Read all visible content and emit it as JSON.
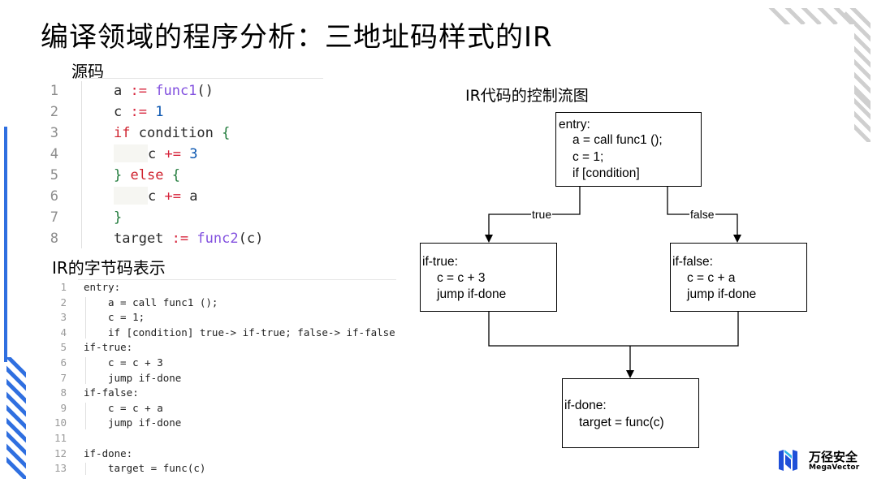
{
  "title": "编译领域的程序分析：三地址码样式的IR",
  "labels": {
    "source": "源码",
    "ir": "IR的字节码表示",
    "cfg": "IR代码的控制流图"
  },
  "source_code": [
    {
      "num": "1",
      "indent": 1,
      "tokens": [
        {
          "t": "a",
          "c": "id"
        },
        {
          "t": " ",
          "c": "p"
        },
        {
          "t": ":=",
          "c": "op"
        },
        {
          "t": " ",
          "c": "p"
        },
        {
          "t": "func1",
          "c": "fn"
        },
        {
          "t": "()",
          "c": "p"
        }
      ]
    },
    {
      "num": "2",
      "indent": 1,
      "tokens": [
        {
          "t": "c",
          "c": "id"
        },
        {
          "t": " ",
          "c": "p"
        },
        {
          "t": ":=",
          "c": "op"
        },
        {
          "t": " ",
          "c": "p"
        },
        {
          "t": "1",
          "c": "num"
        }
      ]
    },
    {
      "num": "3",
      "indent": 1,
      "tokens": [
        {
          "t": "if",
          "c": "kw"
        },
        {
          "t": " ",
          "c": "p"
        },
        {
          "t": "condition",
          "c": "id"
        },
        {
          "t": " ",
          "c": "p"
        },
        {
          "t": "{",
          "c": "br"
        }
      ]
    },
    {
      "num": "4",
      "indent": 2,
      "tokens": [
        {
          "t": "c",
          "c": "id"
        },
        {
          "t": " ",
          "c": "p"
        },
        {
          "t": "+=",
          "c": "op"
        },
        {
          "t": " ",
          "c": "p"
        },
        {
          "t": "3",
          "c": "num"
        }
      ]
    },
    {
      "num": "5",
      "indent": 1,
      "tokens": [
        {
          "t": "}",
          "c": "br"
        },
        {
          "t": " ",
          "c": "p"
        },
        {
          "t": "else",
          "c": "kw"
        },
        {
          "t": " ",
          "c": "p"
        },
        {
          "t": "{",
          "c": "br"
        }
      ]
    },
    {
      "num": "6",
      "indent": 2,
      "tokens": [
        {
          "t": "c",
          "c": "id"
        },
        {
          "t": " ",
          "c": "p"
        },
        {
          "t": "+=",
          "c": "op"
        },
        {
          "t": " ",
          "c": "p"
        },
        {
          "t": "a",
          "c": "id"
        }
      ]
    },
    {
      "num": "7",
      "indent": 1,
      "tokens": [
        {
          "t": "}",
          "c": "br"
        }
      ]
    },
    {
      "num": "8",
      "indent": 1,
      "tokens": [
        {
          "t": "target",
          "c": "id"
        },
        {
          "t": " ",
          "c": "p"
        },
        {
          "t": ":=",
          "c": "op"
        },
        {
          "t": " ",
          "c": "p"
        },
        {
          "t": "func2",
          "c": "fn"
        },
        {
          "t": "(c)",
          "c": "p"
        }
      ]
    }
  ],
  "ir_code": [
    {
      "num": "1",
      "indent": 0,
      "text": "entry:"
    },
    {
      "num": "2",
      "indent": 1,
      "text": "a = call func1 ();"
    },
    {
      "num": "3",
      "indent": 1,
      "text": "c = 1;"
    },
    {
      "num": "4",
      "indent": 1,
      "text": "if [condition] true-> if-true; false-> if-false"
    },
    {
      "num": "5",
      "indent": 0,
      "text": "if-true:"
    },
    {
      "num": "6",
      "indent": 1,
      "text": "c = c + 3"
    },
    {
      "num": "7",
      "indent": 1,
      "text": "jump if-done"
    },
    {
      "num": "8",
      "indent": 0,
      "text": "if-false:"
    },
    {
      "num": "9",
      "indent": 1,
      "text": "c = c + a"
    },
    {
      "num": "10",
      "indent": 1,
      "text": "jump if-done"
    },
    {
      "num": "11",
      "indent": 0,
      "text": ""
    },
    {
      "num": "12",
      "indent": 0,
      "text": "if-done:"
    },
    {
      "num": "13",
      "indent": 1,
      "text": "target = func(c)"
    }
  ],
  "cfg": {
    "nodes": {
      "entry": [
        "entry:",
        "a = call func1 ();",
        "c = 1;",
        "if [condition]"
      ],
      "if_true": [
        "if-true:",
        "c = c + 3",
        "jump if-done"
      ],
      "if_false": [
        "if-false:",
        "c = c + a",
        "jump if-done"
      ],
      "if_done": [
        "if-done:",
        "target = func(c)"
      ]
    },
    "edges": {
      "true": "true",
      "false": "false"
    }
  },
  "logo": {
    "zh": "万径安全",
    "en": "MegaVector"
  },
  "colors": {
    "accent_blue": "#2f6fe0",
    "stripe_gray": "#cfcfcf",
    "keyword": "#cf222e",
    "function": "#8250df",
    "number": "#0a56b0",
    "brace": "#1f7a3a"
  }
}
